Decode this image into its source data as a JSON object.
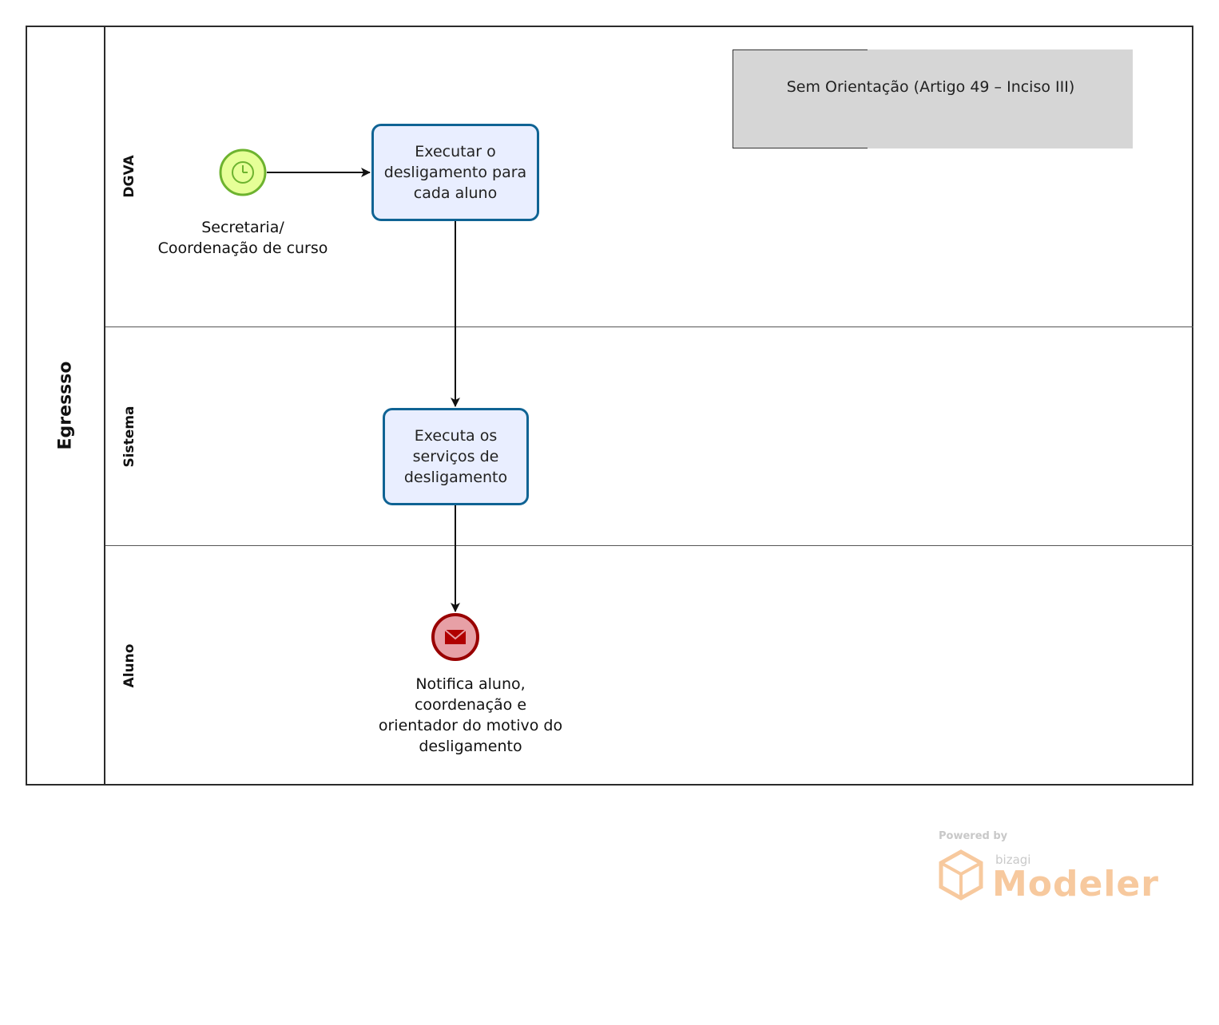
{
  "pool": {
    "label": "Egressso"
  },
  "lanes": [
    {
      "label": "DGVA"
    },
    {
      "label": "Sistema"
    },
    {
      "label": "Aluno"
    }
  ],
  "annotation": {
    "text": "Sem Orientação (Artigo 49 – Inciso III)"
  },
  "start_event": {
    "type": "timer",
    "label_line1": "Secretaria/",
    "label_line2": "Coordenação de curso"
  },
  "tasks": [
    {
      "text": "Executar o desligamento para cada aluno"
    },
    {
      "text": "Executa os serviços de desligamento"
    }
  ],
  "end_event": {
    "type": "message",
    "label_line1": "Notifica aluno,",
    "label_line2": "coordenação e",
    "label_line3": "orientador do motivo do",
    "label_line4": "desligamento"
  },
  "watermark": {
    "powered_by": "Powered by",
    "brand": "bizagi",
    "product": "Modeler"
  },
  "colors": {
    "task_border": "#0f6394",
    "task_fill": "#e9eeff",
    "start_border": "#6db32f",
    "start_fill": "#e6ff97",
    "end_border": "#990000",
    "end_fill": "#e7a0a6",
    "annotation_fill": "#d6d6d6"
  }
}
